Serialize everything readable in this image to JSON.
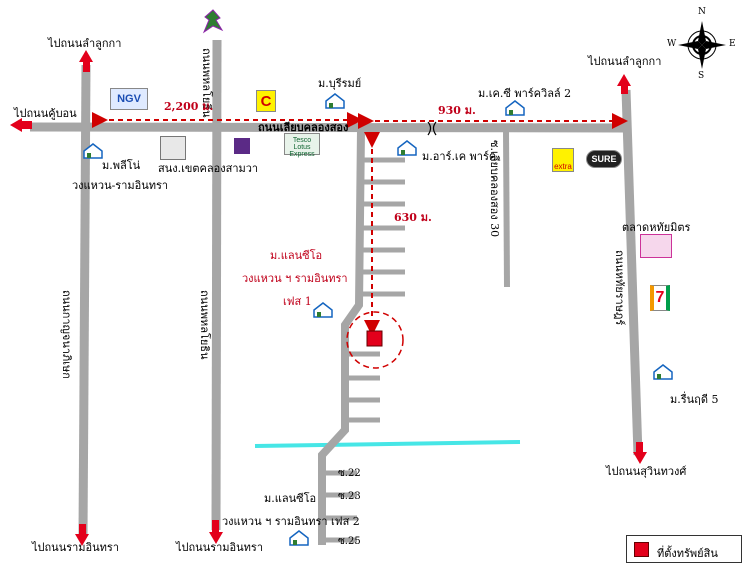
{
  "roads": {
    "to_lam_luk_ka_left": "ไปถนนลำลูกกา",
    "to_lam_luk_ka_right": "ไปถนนลำลูกกา",
    "to_khu_bon": "ไปถนนคู้บอน",
    "to_ram_inthra_left": "ไปถนนรามอินทรา",
    "to_ram_inthra_mid": "ไปถนนรามอินทรา",
    "to_suwinthawong": "ไปถนนสุวินทวงศ์",
    "main_road": "ถนนเลียบคลองสอง",
    "road_kanchanaphisek": "ถนนกาญจนาภิเษก",
    "road_phahonyothin": "ถนนพหลโยธิน",
    "road_hathairat": "ถนนหทัยราษฎร์",
    "soi_30": "ซ.เลียบคลองสอง 30",
    "road_top_center": "ถนนพหลโยธิน"
  },
  "distances": {
    "left": "2,200 ม.",
    "right": "930 ม.",
    "down": "630 ม."
  },
  "places": {
    "mbk": "ม.พลีโน่",
    "bank": "สนง.เขตคลองสามวา",
    "ring": "วงแหวน-รามอินทรา",
    "buriram": "ม.บุรีรมย์",
    "kc_garden": "ม.เค.ซี พาร์ควิลล์ 2",
    "rk_park": "ม.อาร์.เค พาร์ค",
    "market": "ตลาดหทัยมิตร",
    "rinrudee": "ม.รื่นฤดี 5",
    "landsio_1a": "ม.แลนซีโอ",
    "landsio_1b": "วงแหวน ฯ รามอินทรา",
    "landsio_1c": "เฟส 1",
    "landsio_2a": "ม.แลนซีโอ",
    "landsio_2b": "วงแหวน ฯ รามอินทรา เฟส 2",
    "soi_22": "ซ.22",
    "soi_23": "ซ.23",
    "soi_25": "ซ.25"
  },
  "logos": {
    "ngv": "NGV",
    "lotus": "Tesco Lotus Express",
    "big_c": "C",
    "big_c_extra": "extra",
    "sure": "SURE",
    "seven": "7"
  },
  "compass": {
    "n": "N",
    "s": "S",
    "e": "E",
    "w": "W"
  },
  "legend": {
    "label": "ที่ตั้งทรัพย์สิน"
  },
  "colors": {
    "road": "#a6a6a6",
    "arrow": "#e3001b",
    "dashed": "#d00000",
    "canal": "#46e6e6",
    "property": "#e3001b"
  }
}
